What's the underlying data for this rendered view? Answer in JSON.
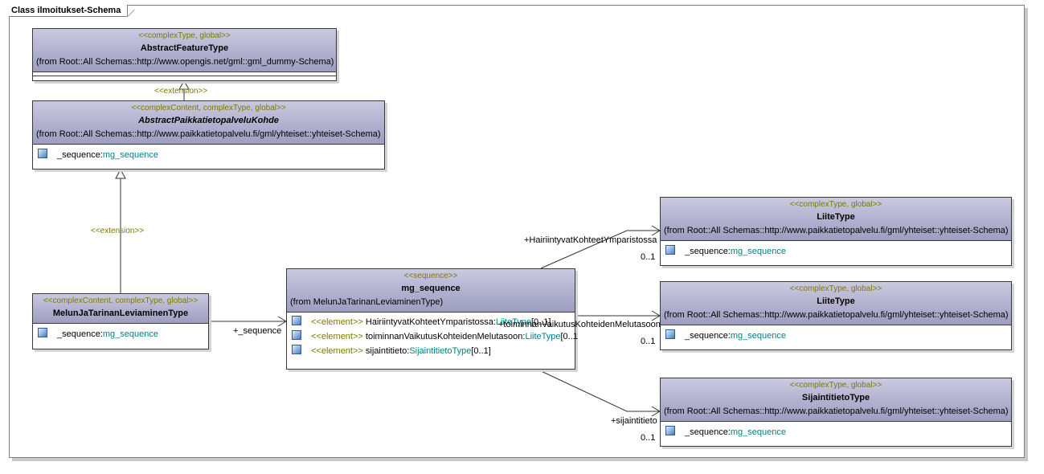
{
  "frame": {
    "title": "Class ilmoitukset-Schema"
  },
  "classes": {
    "abstract_feature": {
      "stereotype": "<<complexType, global>>",
      "name": "AbstractFeatureType",
      "from": "(from Root::All Schemas::http://www.opengis.net/gml::gml_dummy-Schema)"
    },
    "abstract_paikka": {
      "stereotype": "<<complexContent, complexType, global>>",
      "name": "AbstractPaikkatietopalveluKohde",
      "from": "(from Root::All Schemas::http://www.paikkatietopalvelu.fi/gml/yhteiset::yhteiset-Schema)",
      "attr_name": "_sequence:",
      "attr_type": "mg_sequence"
    },
    "melun": {
      "stereotype": "<<complexContent, complexType, global>>",
      "name": "MelunJaTarinanLeviaminenType",
      "attr_name": "_sequence:",
      "attr_type": "mg_sequence"
    },
    "mg_sequence": {
      "stereotype": "<<sequence>>",
      "name": "mg_sequence",
      "from": "(from MelunJaTarinanLeviaminenType)",
      "elements": [
        {
          "st": "<<element>>",
          "name": "HairiintyvatKohteetYmparistossa:",
          "type": "LiiteType",
          "mult": "[0..1]"
        },
        {
          "st": "<<element>>",
          "name": "toiminnanVaikutusKohteidenMelutasoon:",
          "type": "LiiteType",
          "mult": "[0..1"
        },
        {
          "st": "<<element>>",
          "name": "sijaintitieto:",
          "type": "SijaintitietoType",
          "mult": "[0..1]"
        }
      ]
    },
    "liite1": {
      "stereotype": "<<complexType, global>>",
      "name": "LiiteType",
      "from": "(from Root::All Schemas::http://www.paikkatietopalvelu.fi/gml/yhteiset::yhteiset-Schema)",
      "attr_name": "_sequence:",
      "attr_type": "mg_sequence"
    },
    "liite2": {
      "stereotype": "<<complexType, global>>",
      "name": "LiiteType",
      "from": "(from Root::All Schemas::http://www.paikkatietopalvelu.fi/gml/yhteiset::yhteiset-Schema)",
      "attr_name": "_sequence:",
      "attr_type": "mg_sequence"
    },
    "sijainti": {
      "stereotype": "<<complexType, global>>",
      "name": "SijaintitietoType",
      "from": "(from Root::All Schemas::http://www.paikkatietopalvelu.fi/gml/yhteiset::yhteiset-Schema)",
      "attr_name": "_sequence:",
      "attr_type": "mg_sequence"
    }
  },
  "labels": {
    "extension_top": "<<extension>>",
    "extension_mid": "<<extension>>",
    "role_sequence": "+_sequence",
    "role_hairi": "+HairiintyvatKohteetYmparistossa",
    "role_toim": "+toiminnanVaikutusKohteidenMelutasoon",
    "role_sij": "+sijaintitieto",
    "mult_1": "0..1",
    "mult_2": "0..1",
    "mult_3": "0..1"
  },
  "colors": {
    "header_top": "#c9c9e0",
    "header_bottom": "#9d9dc0",
    "stereotype": "#7a7a00",
    "type": "#00808a"
  },
  "icons": {
    "attribute": "attribute-icon"
  }
}
